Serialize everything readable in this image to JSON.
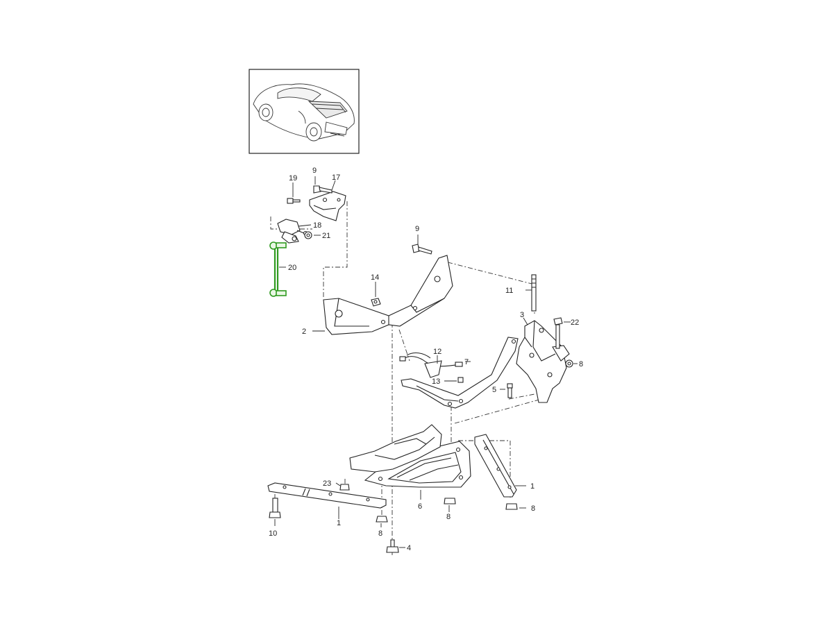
{
  "callouts": [
    {
      "id": "c1a",
      "text": "1"
    },
    {
      "id": "c1b",
      "text": "1"
    },
    {
      "id": "c2",
      "text": "2"
    },
    {
      "id": "c3",
      "text": "3"
    },
    {
      "id": "c4",
      "text": "4"
    },
    {
      "id": "c5",
      "text": "5"
    },
    {
      "id": "c6",
      "text": "6"
    },
    {
      "id": "c7",
      "text": "7"
    },
    {
      "id": "c8a",
      "text": "8"
    },
    {
      "id": "c8b",
      "text": "8"
    },
    {
      "id": "c8c",
      "text": "8"
    },
    {
      "id": "c8d",
      "text": "8"
    },
    {
      "id": "c9a",
      "text": "9"
    },
    {
      "id": "c9b",
      "text": "9"
    },
    {
      "id": "c10",
      "text": "10"
    },
    {
      "id": "c11",
      "text": "11"
    },
    {
      "id": "c12",
      "text": "12"
    },
    {
      "id": "c13",
      "text": "13"
    },
    {
      "id": "c14",
      "text": "14"
    },
    {
      "id": "c17",
      "text": "17"
    },
    {
      "id": "c18",
      "text": "18"
    },
    {
      "id": "c19",
      "text": "19"
    },
    {
      "id": "c20",
      "text": "20"
    },
    {
      "id": "c21",
      "text": "21"
    },
    {
      "id": "c22",
      "text": "22"
    },
    {
      "id": "c23",
      "text": "23"
    }
  ],
  "highlight_color": "#2f9a1f",
  "highlighted_part": "20"
}
